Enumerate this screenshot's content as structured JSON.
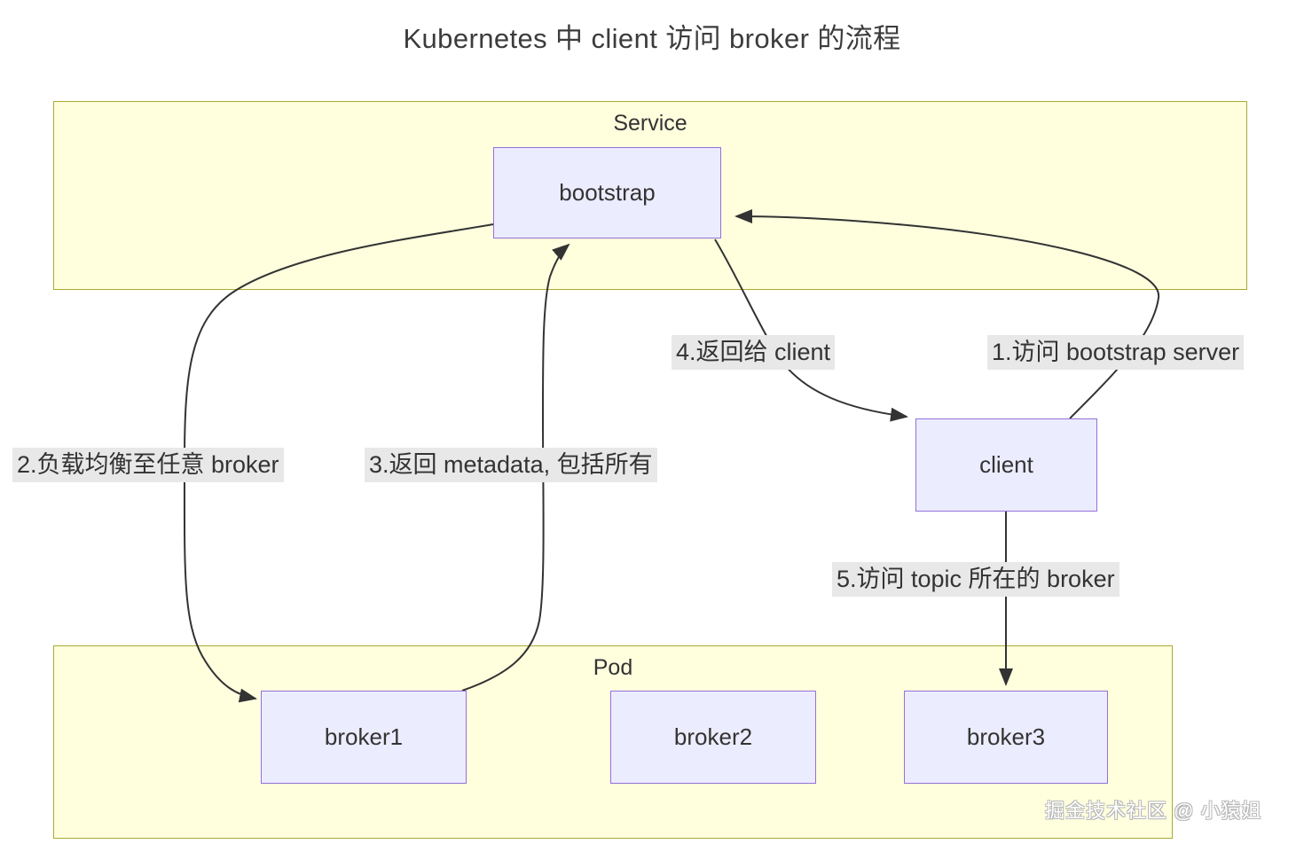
{
  "title": "Kubernetes 中 client 访问 broker 的流程",
  "clusters": [
    {
      "id": "service",
      "label": "Service"
    },
    {
      "id": "pod",
      "label": "Pod"
    }
  ],
  "nodes": [
    {
      "id": "bootstrap",
      "label": "bootstrap"
    },
    {
      "id": "client",
      "label": "client"
    },
    {
      "id": "broker1",
      "label": "broker1"
    },
    {
      "id": "broker2",
      "label": "broker2"
    },
    {
      "id": "broker3",
      "label": "broker3"
    }
  ],
  "edges": [
    {
      "id": "e1",
      "label": "1.访问 bootstrap server",
      "from": "client",
      "to": "bootstrap"
    },
    {
      "id": "e2",
      "label": "2.负载均衡至任意 broker",
      "from": "bootstrap",
      "to": "broker1"
    },
    {
      "id": "e3",
      "label": "3.返回 metadata, 包括所有",
      "from": "broker1",
      "to": "bootstrap"
    },
    {
      "id": "e4",
      "label": "4.返回给 client",
      "from": "bootstrap",
      "to": "client"
    },
    {
      "id": "e5",
      "label": "5.访问 topic 所在的 broker",
      "from": "client",
      "to": "broker3"
    }
  ],
  "watermark": "掘金技术社区 @ 小猿姐",
  "colors": {
    "cluster_fill": "#ffffde",
    "cluster_border": "#aaaa33",
    "node_fill": "#ececff",
    "node_border": "#9370db",
    "edge_stroke": "#333333",
    "label_background": "#e8e8e8",
    "text": "#333333",
    "page_background": "#ffffff"
  }
}
